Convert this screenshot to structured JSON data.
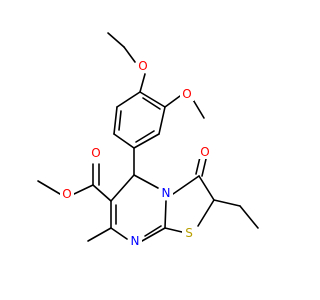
{
  "molecule": {
    "atoms": {
      "o_ether": {
        "symbol": "O",
        "color": "#ff0000"
      },
      "o_methoxy": {
        "symbol": "O",
        "color": "#ff0000"
      },
      "o_ketone": {
        "symbol": "O",
        "color": "#ff0000"
      },
      "o_ester_carbonyl": {
        "symbol": "O",
        "color": "#ff0000"
      },
      "o_ester": {
        "symbol": "O",
        "color": "#ff0000"
      },
      "n_ring": {
        "symbol": "N",
        "color": "#0000ff"
      },
      "n_imine": {
        "symbol": "N",
        "color": "#0000ff"
      },
      "s_ring": {
        "symbol": "S",
        "color": "#b8a000"
      }
    }
  }
}
